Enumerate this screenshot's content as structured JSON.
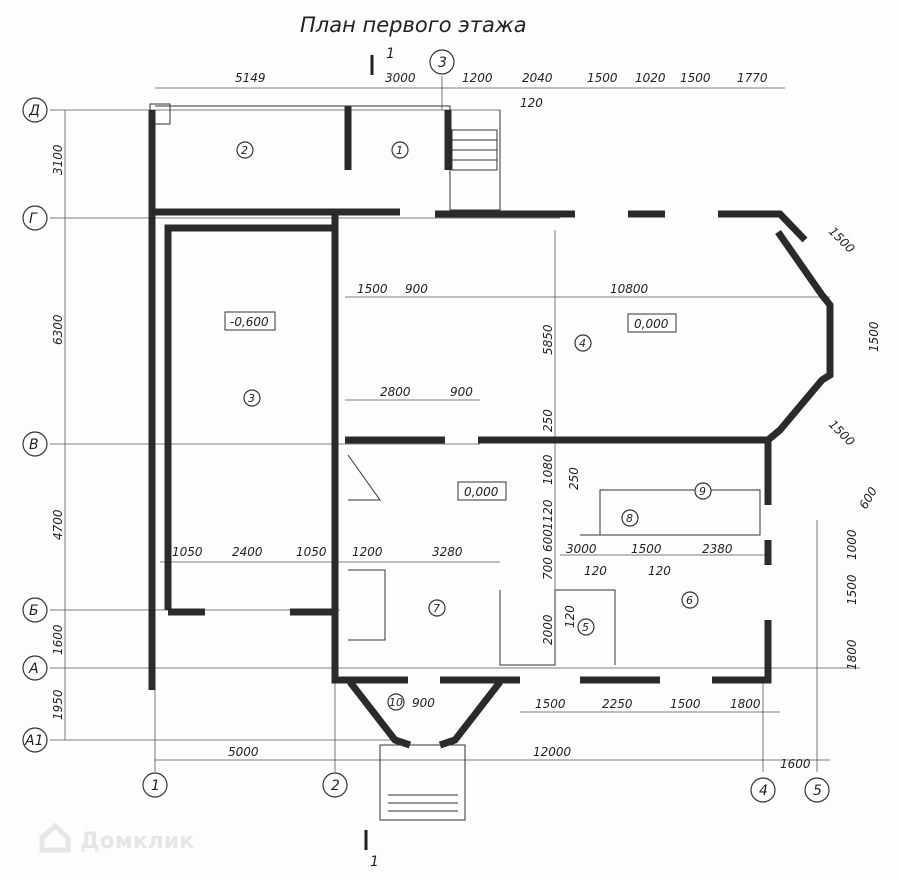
{
  "title": "План первого этажа",
  "section_mark": "1",
  "axes_rows": [
    "Д",
    "Г",
    "В",
    "Б",
    "А",
    "А1"
  ],
  "axes_cols": [
    "1",
    "2",
    "3",
    "4",
    "5"
  ],
  "dims_top": [
    "5149",
    "3000",
    "1200",
    "2040",
    "1500",
    "1020",
    "1500",
    "1770",
    "120"
  ],
  "dims_left": [
    "3100",
    "6300",
    "4700",
    "1600",
    "1950"
  ],
  "dims_interior": [
    "1500",
    "900",
    "10800",
    "5850",
    "1500",
    "1500",
    "1500",
    "2800",
    "900",
    "250",
    "1080",
    "250",
    "1120",
    "600",
    "700",
    "1050",
    "2400",
    "1050",
    "1200",
    "3280",
    "3000",
    "1500",
    "2380",
    "120",
    "120",
    "120",
    "2000",
    "600",
    "1000",
    "1500",
    "1800"
  ],
  "dims_bottom": [
    "1500",
    "2250",
    "1500",
    "1800",
    "900",
    "5000",
    "12000",
    "1600"
  ],
  "rooms": [
    "1",
    "2",
    "3",
    "4",
    "5",
    "6",
    "7",
    "8",
    "9",
    "10"
  ],
  "levels": [
    "-0,600",
    "0,000",
    "0,000"
  ],
  "watermark": "Домклик"
}
